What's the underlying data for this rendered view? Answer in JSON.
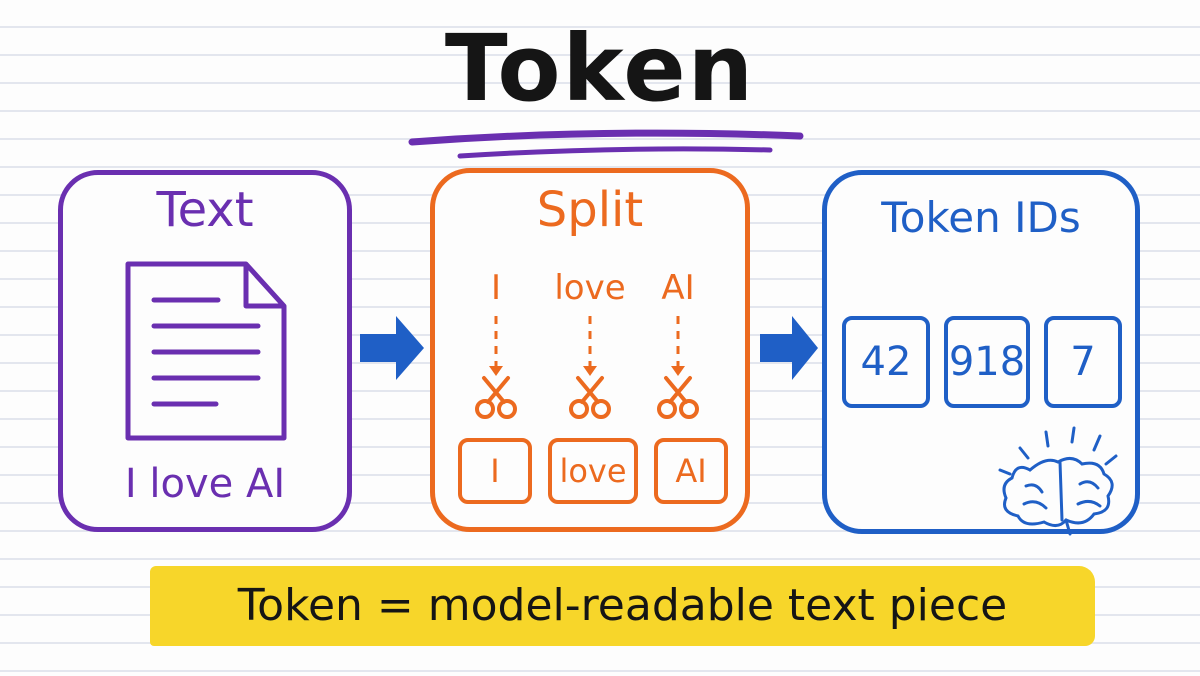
{
  "title": "Token",
  "panels": {
    "text": {
      "heading": "Text",
      "sentence": "I love AI"
    },
    "split": {
      "heading": "Split",
      "words": [
        "I",
        "love",
        "AI"
      ],
      "tokens": [
        "I",
        "love",
        "AI"
      ]
    },
    "ids": {
      "heading": "Token IDs",
      "values": [
        "42",
        "918",
        "7"
      ]
    }
  },
  "caption": "Token = model-readable text piece",
  "colors": {
    "text_panel": "#6a2fb0",
    "split_panel": "#ec6a1f",
    "ids_panel": "#1f5fc6",
    "caption_band": "#f7d62a"
  },
  "icons": [
    "document-icon",
    "arrow-right-icon",
    "scissors-icon",
    "brain-icon"
  ]
}
